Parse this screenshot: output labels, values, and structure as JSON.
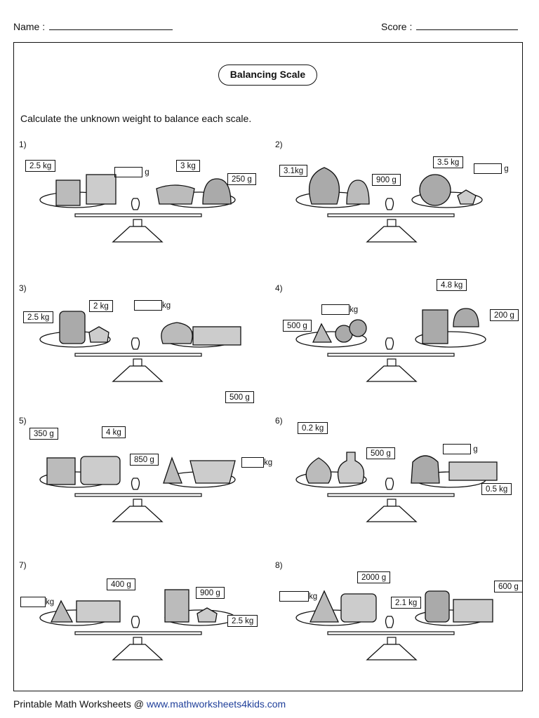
{
  "header": {
    "name_label": "Name :",
    "score_label": "Score :"
  },
  "title": "Balancing Scale",
  "instructions": "Calculate the unknown weight to balance each scale.",
  "problems": [
    {
      "number": "1)",
      "labels": [
        "2.5 kg",
        "3 kg",
        "250 g"
      ],
      "blank_unit": "g"
    },
    {
      "number": "2)",
      "labels": [
        "3.1kg",
        "900 g",
        "3.5 kg"
      ],
      "blank_unit": "g"
    },
    {
      "number": "3)",
      "labels": [
        "2.5 kg",
        "2 kg",
        "500 g"
      ],
      "blank_unit": "kg"
    },
    {
      "number": "4)",
      "labels": [
        "500 g",
        "4.8 kg",
        "200 g"
      ],
      "blank_unit": "kg"
    },
    {
      "number": "5)",
      "labels": [
        "350 g",
        "4 kg",
        "850 g"
      ],
      "blank_unit": "kg"
    },
    {
      "number": "6)",
      "labels": [
        "0.2 kg",
        "500 g",
        "0.5 kg"
      ],
      "blank_unit": "g"
    },
    {
      "number": "7)",
      "labels": [
        "400 g",
        "900 g",
        "2.5 kg"
      ],
      "blank_unit": "kg"
    },
    {
      "number": "8)",
      "labels": [
        "2000 g",
        "2.1 kg",
        "600 g"
      ],
      "blank_unit": "kg"
    }
  ],
  "footer": {
    "text": "Printable Math Worksheets @ ",
    "url": "www.mathworksheets4kids.com"
  }
}
